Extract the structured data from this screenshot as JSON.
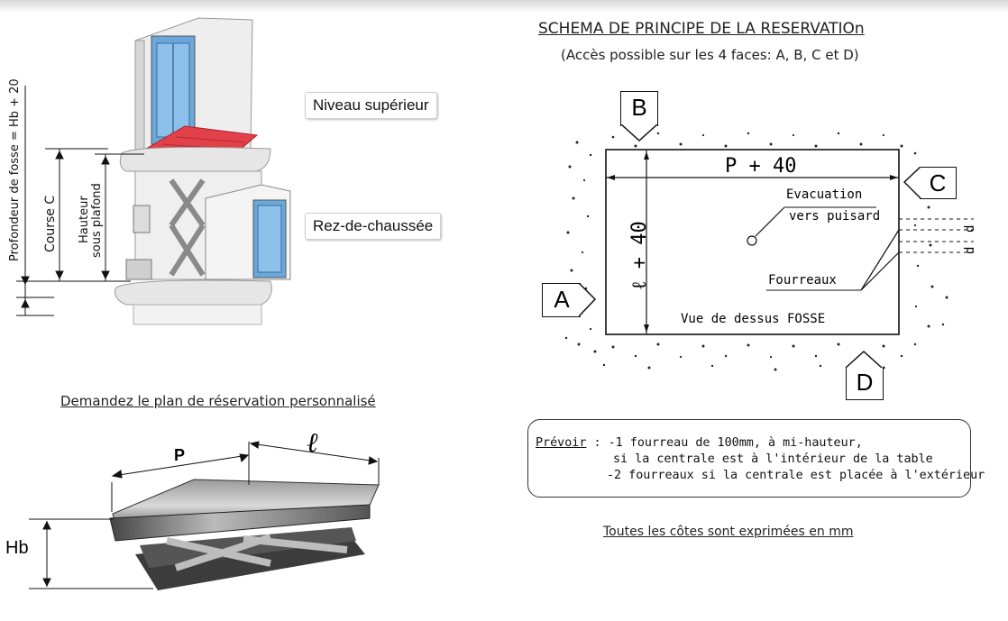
{
  "left": {
    "labels": {
      "niveau_superieur": "Niveau supérieur",
      "rez_de_chaussee": "Rez-de-chaussée"
    },
    "dimensions": {
      "profondeur_fosse": "Profondeur de fosse = Hb + 20",
      "course": "Course C",
      "hauteur_line1": "Hauteur",
      "hauteur_line2": "sous plafond"
    },
    "request_title": "Demandez le plan de réservation personnalisé",
    "table_dims": {
      "p": "P",
      "l": "ℓ",
      "hb": "Hb"
    }
  },
  "schema": {
    "title": "SCHEMA DE PRINCIPE DE LA RESERVATIOn",
    "subtitle": "(Accès possible sur les 4 faces: A, B, C et D)",
    "width_label": "P + 40",
    "depth_label": "ℓ + 40",
    "evacuation_line1": "Evacuation",
    "evacuation_line2": "vers puisard",
    "fourreaux": "Fourreaux",
    "vue": "Vue de dessus FOSSE",
    "faces": {
      "a": "A",
      "b": "B",
      "c": "C",
      "d": "D"
    },
    "side_dim": "d"
  },
  "note": {
    "prefix": "Prévoir",
    "line1": " : -1 fourreau de 100mm, à mi-hauteur,",
    "line2": "si la centrale est à l'intérieur de la table",
    "line3": "-2 fourreaux si la centrale est placée à l'extérieur"
  },
  "footer": "Toutes les côtes sont exprimées en mm",
  "colors": {
    "platform_red": "#e2414a",
    "door_blue": "#6aa8dc",
    "wall_gray": "#e6e6e6",
    "table_dark": "#3c3c3c"
  }
}
